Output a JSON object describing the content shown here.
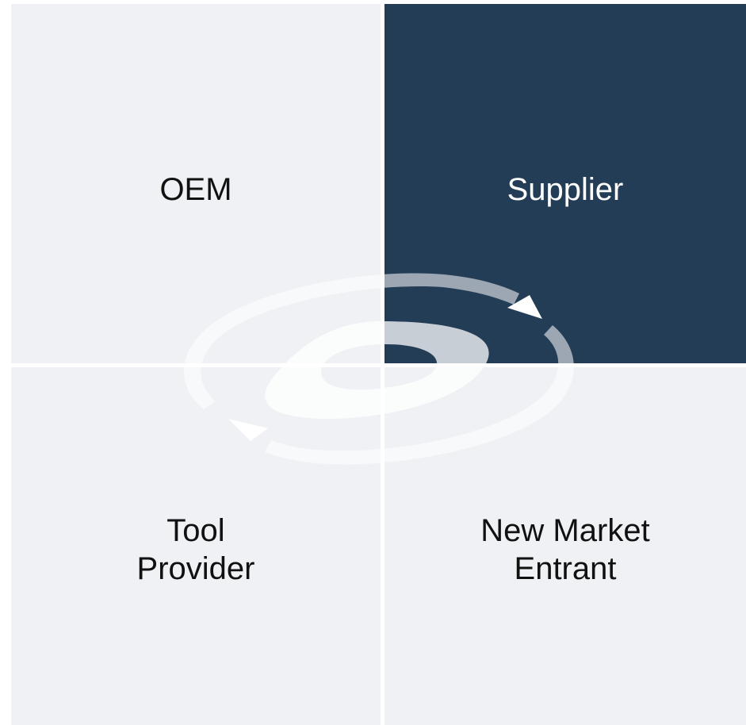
{
  "quadrants": {
    "top_left": {
      "lines": [
        "OEM"
      ]
    },
    "top_right": {
      "lines": [
        "Supplier"
      ],
      "highlighted": true
    },
    "bottom_left": {
      "lines": [
        "Tool",
        "Provider"
      ]
    },
    "bottom_right": {
      "lines": [
        "New Market",
        "Entrant"
      ]
    }
  },
  "colors": {
    "quadrant_fill": "#eff1f4",
    "highlight_fill": "#243d57",
    "label_text": "#111111",
    "highlight_text": "#ffffff",
    "cycle_symbol": "#ffffff"
  },
  "icons": {
    "center_symbol": "cycle-arrows-icon"
  }
}
